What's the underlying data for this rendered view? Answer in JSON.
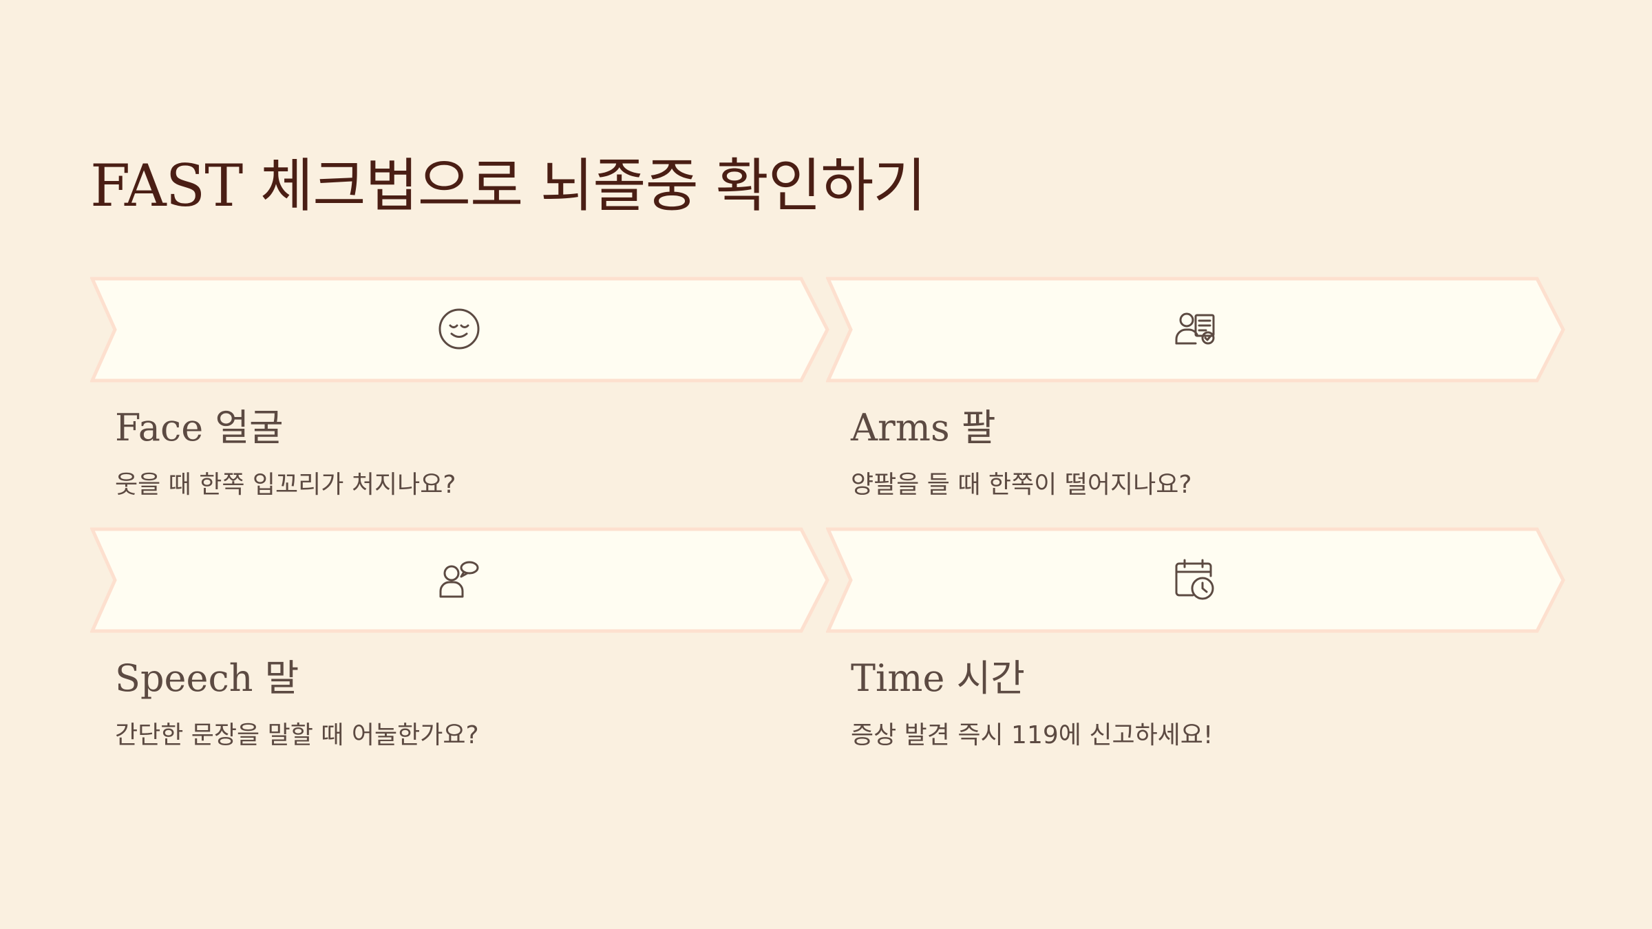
{
  "slide": {
    "title": "FAST 체크법으로 뇌졸중 확인하기"
  },
  "colors": {
    "background": "#faf0e0",
    "arrow_fill": "#fffdf2",
    "arrow_stroke": "#fde0cf",
    "title_text": "#4a1e14",
    "body_text": "#5c4a42",
    "icon_stroke": "#5c4a42"
  },
  "cards": [
    {
      "icon": "face-icon",
      "heading": "Face 얼굴",
      "text": "웃을 때 한쪽 입꼬리가 처지나요?"
    },
    {
      "icon": "person-checklist-icon",
      "heading": "Arms 팔",
      "text": "양팔을 들 때 한쪽이 떨어지나요?"
    },
    {
      "icon": "person-speech-icon",
      "heading": "Speech 말",
      "text": "간단한 문장을 말할 때 어눌한가요?"
    },
    {
      "icon": "calendar-clock-icon",
      "heading": "Time 시간",
      "text": "증상 발견 즉시 119에 신고하세요!"
    }
  ]
}
